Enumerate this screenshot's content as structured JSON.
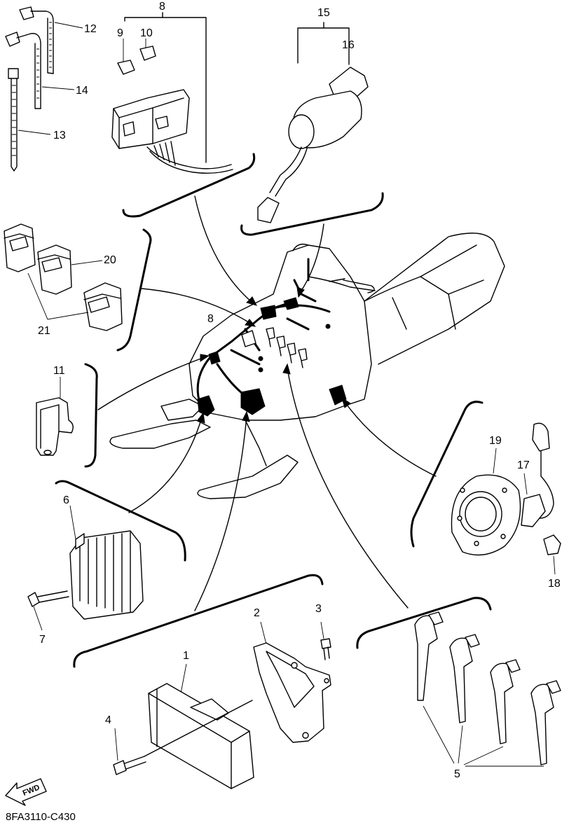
{
  "diagram": {
    "code": "8FA3110-C430",
    "fwd_label": "FWD",
    "callouts": {
      "c1": "1",
      "c2": "2",
      "c3": "3",
      "c4": "4",
      "c5": "5",
      "c6": "6",
      "c7": "7",
      "c8_top": "8",
      "c8_mid": "8",
      "c9": "9",
      "c10": "10",
      "c11": "11",
      "c12": "12",
      "c13": "13",
      "c14": "14",
      "c15": "15",
      "c16": "16",
      "c17": "17",
      "c18": "18",
      "c19": "19",
      "c20": "20",
      "c21": "21"
    }
  }
}
